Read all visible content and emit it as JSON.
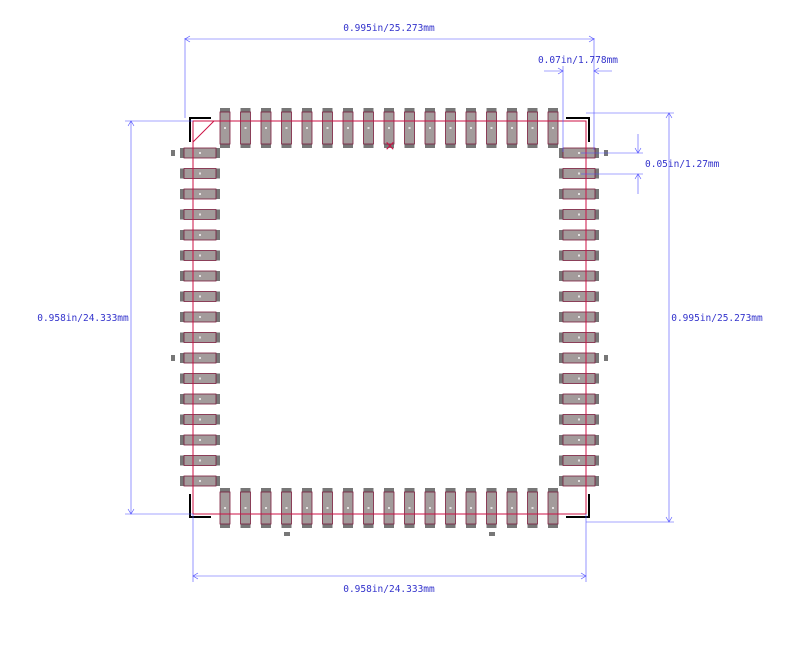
{
  "footprint": {
    "colors": {
      "dimension": "#4d4dff",
      "dimension_text": "#3333cc",
      "outline": "#cc1144",
      "pad_fill": "#a39b9b",
      "pad_stroke": "#7a1c3c",
      "pad_dark": "#777777",
      "corner": "#000000"
    },
    "pins_per_side": 17,
    "dimensions": {
      "top_width": "0.995in/25.273mm",
      "pitch": "0.07in/1.778mm",
      "pad_width": "0.05in/1.27mm",
      "left_height": "0.958in/24.333mm",
      "right_height": "0.995in/25.273mm",
      "bottom_width": "0.958in/24.333mm"
    },
    "origin_marker": "×"
  }
}
